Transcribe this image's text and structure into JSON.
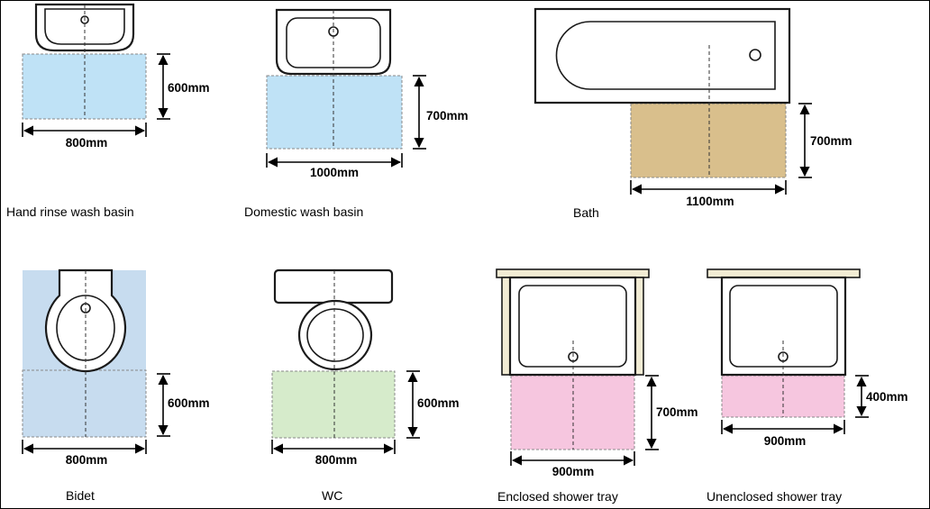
{
  "colors": {
    "basin_zone": "#bfe2f6",
    "bath_zone": "#d9bf8c",
    "bidet_zone": "#c7dcef",
    "wc_zone": "#d6ebcb",
    "shower_zone": "#f6c6df",
    "shower_frame": "#f2ecd4"
  },
  "fixtures": [
    {
      "name": "Hand rinse wash basin",
      "width": "800mm",
      "depth": "600mm"
    },
    {
      "name": "Domestic wash basin",
      "width": "1000mm",
      "depth": "700mm"
    },
    {
      "name": "Bath",
      "width": "1100mm",
      "depth": "700mm"
    },
    {
      "name": "Bidet",
      "width": "800mm",
      "depth": "600mm"
    },
    {
      "name": "WC",
      "width": "800mm",
      "depth": "600mm"
    },
    {
      "name": "Enclosed shower tray",
      "width": "900mm",
      "depth": "700mm"
    },
    {
      "name": "Unenclosed shower tray",
      "width": "900mm",
      "depth": "400mm"
    }
  ]
}
